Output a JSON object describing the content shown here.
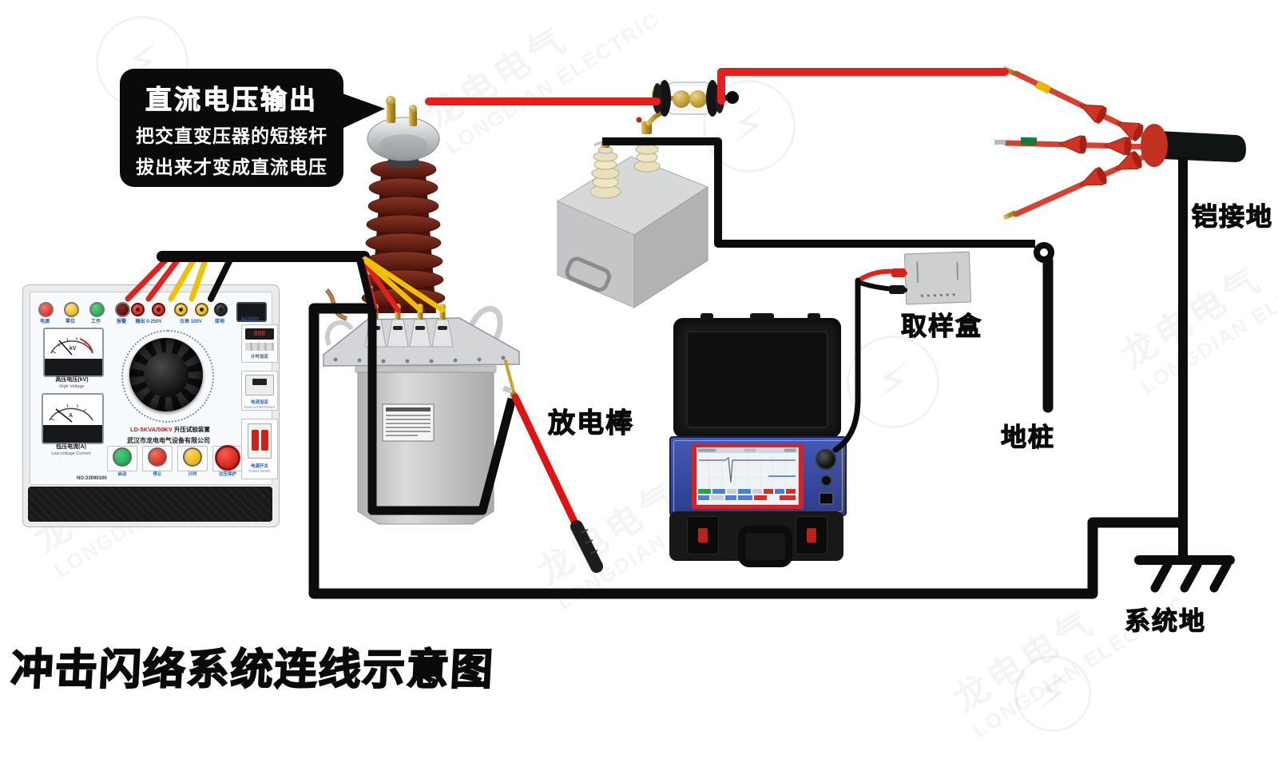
{
  "title": "冲击闪络系统连线示意图",
  "watermark": {
    "cn": "龙电电气",
    "en": "LONGDIAN ELECTRIC",
    "bolt": "⚡"
  },
  "callout": {
    "title": "直流电压输出",
    "line1": "把交直变压器的短接杆",
    "line2": "拔出来才变成直流电压"
  },
  "labels": {
    "armor_ground": "铠接地",
    "sampling_box": "取样盒",
    "ground_stake": "地桩",
    "discharge_rod": "放电棒",
    "system_ground": "系统地"
  },
  "console": {
    "lights": [
      "电源",
      "零位",
      "工作",
      "报警"
    ],
    "terminal_output": "输出 0-250V",
    "terminal_meter": "仪表 100V",
    "terminal_ground": "接地",
    "power_inlet": "AC220V",
    "meter_hv_label": "高压电压(kV)",
    "meter_hv_sub": "High Voltage",
    "meter_hv_unit": "kV",
    "meter_lv_label": "低压电流(A)",
    "meter_lv_sub": "Low-voltage Current",
    "meter_lv_unit": "A",
    "model": "LD-5KVA/50KV",
    "model_suffix": "升压试验装置",
    "company": "武汉市龙电电气设备有限公司",
    "serial": "NO:23090100",
    "btn_start": "启动",
    "btn_stop": "停止",
    "btn_timer": "计时",
    "btn_protect": "过压保护",
    "module_timer": "计时设定",
    "module_current": "电流设定",
    "module_current_sub": "Overcurrent Preset",
    "module_power": "电源开关",
    "module_power_sub": "Power Switch",
    "timer_digits": "888"
  },
  "colors": {
    "wire_red": "#e3201b",
    "wire_yellow": "#f0c000",
    "wire_black": "#0c0c0c",
    "insulator_red": "#5f1b10",
    "panel_blue": "#3a4ea8",
    "cone_red": "#d23524",
    "brass": "#c9a227"
  }
}
